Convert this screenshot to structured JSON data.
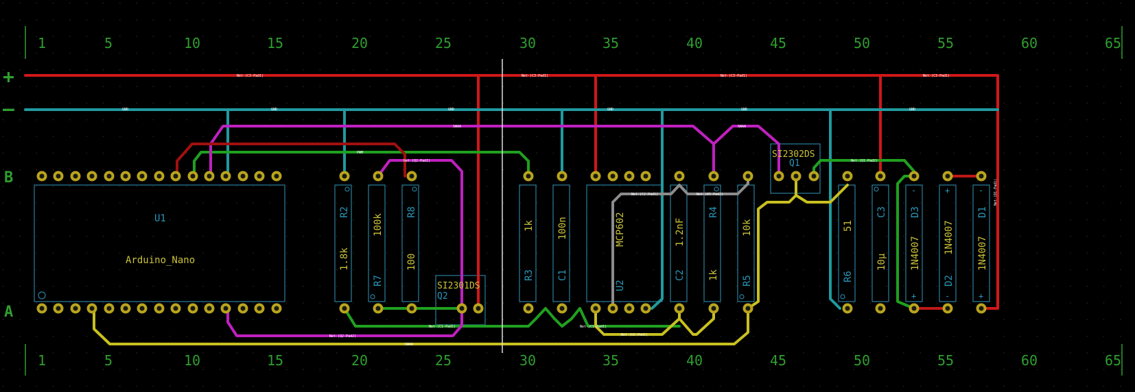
{
  "view": {
    "colors": {
      "background": "#000000",
      "grid_dot": "#2e2e2e",
      "ruler": "#2f9e2f",
      "footprint_outline": "#2a7f9e",
      "ref_text": "#2a96b8",
      "value_text": "#c9c23a",
      "pad_ring": "#b9a41d",
      "pad_hole": "#1a1a10",
      "net_vplus": "#d01818",
      "net_gnd": "#209aa0",
      "net_pwm": "#20a020",
      "net_magenta": "#c020c0",
      "net_yellow": "#c8c020",
      "net_gray": "#8c8c8c",
      "net_darkred": "#a01010",
      "cursor": "#e0e0e0"
    },
    "column_numbers": [
      "1",
      "5",
      "10",
      "15",
      "20",
      "25",
      "30",
      "35",
      "40",
      "45",
      "50",
      "55",
      "60",
      "65"
    ],
    "rows": {
      "plus": "+",
      "minus": "–",
      "B": "B",
      "A": "A"
    }
  },
  "components": [
    {
      "ref": "U1",
      "value": "Arduino_Nano"
    },
    {
      "ref": "R2",
      "value": "1.8k"
    },
    {
      "ref": "R7",
      "value": "100k"
    },
    {
      "ref": "R8",
      "value": "100"
    },
    {
      "ref": "Q2",
      "value": "SI2301DS"
    },
    {
      "ref": "R3",
      "value": "1k"
    },
    {
      "ref": "C1",
      "value": "100n"
    },
    {
      "ref": "U2",
      "value": "MCP602"
    },
    {
      "ref": "C2",
      "value": "1.2nF"
    },
    {
      "ref": "R4",
      "value": "1k"
    },
    {
      "ref": "R5",
      "value": "10k"
    },
    {
      "ref": "Q1",
      "value": "SI2302DS"
    },
    {
      "ref": "R6",
      "value": "51"
    },
    {
      "ref": "C3",
      "value": "10µ"
    },
    {
      "ref": "D3",
      "value": "1N4007"
    },
    {
      "ref": "D2",
      "value": "1N4007"
    },
    {
      "ref": "D1",
      "value": "1N4007"
    }
  ],
  "net_labels": {
    "vplus": "Net-(C3-Pad1)",
    "gnd": "GND",
    "pwm": "PWM",
    "q2_pad2": "Net-(Q2-Pad2)",
    "c1_pad1": "Net-(C1-Pad1)",
    "q1_pad2": "Net-(Q1-Pad2)",
    "c2_pad1": "Net-(C2-Pad1)",
    "r5_pad2": "Net-(R5-Pad2)",
    "u2_pad1": "Net-(U2-Pad1)",
    "d1_pad1": "Net-(D1-Pad1)",
    "swaa": "SWAA"
  },
  "pin_marks": {
    "plus": "+",
    "minus": "-"
  }
}
